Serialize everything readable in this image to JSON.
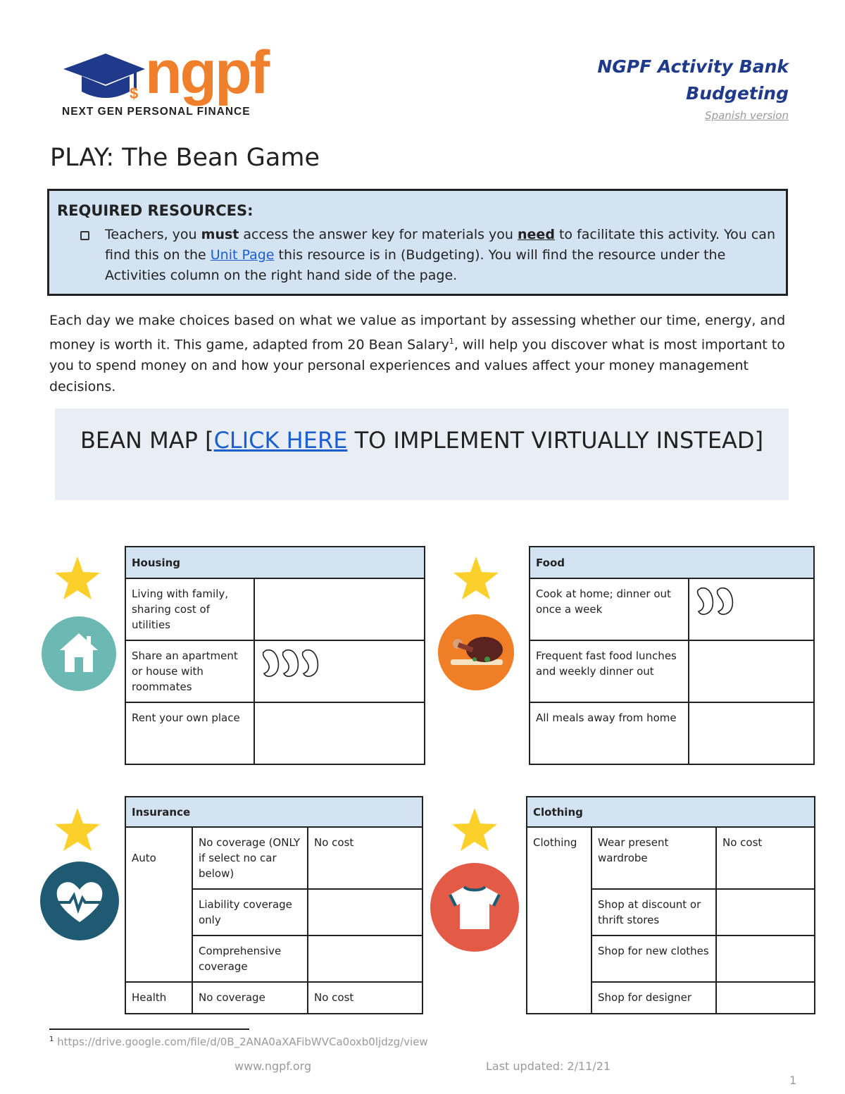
{
  "logo": {
    "wordmark": "ngpf",
    "tagline": "NEXT GEN PERSONAL FINANCE"
  },
  "header": {
    "line1": "NGPF Activity Bank",
    "line2": "Budgeting",
    "spanish_link": "Spanish version"
  },
  "title": "PLAY: The Bean Game",
  "resources": {
    "heading": "REQUIRED RESOURCES:",
    "t1": "Teachers, you ",
    "b1": "must",
    "t2": " access the answer key for materials you ",
    "b2": "need",
    "t3": " to facilitate this activity. You can find this on the ",
    "link": "Unit Page",
    "t4": " this resource is in (Budgeting). You will find the resource under the Activities column on the right hand side of the page."
  },
  "intro": {
    "before_sup": "Each day we make choices based on what we value as important by assessing whether our time, energy, and money is worth it. This game, adapted from 20 Bean Salary",
    "sup": "1",
    "after_sup": ", will help you discover what is most important to you to spend money on and how your personal experiences and values affect your money management decisions."
  },
  "bean_map": {
    "prefix": "BEAN MAP [",
    "link": "CLICK HERE",
    "suffix": " TO IMPLEMENT VIRTUALLY INSTEAD]"
  },
  "housing": {
    "header": "Housing",
    "rows": [
      {
        "option": "Living with family, sharing cost of utilities",
        "beans": 0
      },
      {
        "option": "Share an apartment or house with roommates",
        "beans": 3
      },
      {
        "option": "Rent your own place",
        "beans": 0
      }
    ]
  },
  "food": {
    "header": "Food",
    "rows": [
      {
        "option": "Cook at home; dinner out once a week",
        "beans": 2
      },
      {
        "option": "Frequent fast food lunches and weekly dinner out",
        "beans": 0
      },
      {
        "option": "All meals away from home",
        "beans": 0
      }
    ]
  },
  "insurance": {
    "header": "Insurance",
    "auto_label": "Auto",
    "health_label": "Health",
    "rows": [
      {
        "option": "No coverage (ONLY if select no car below)",
        "cost": "No cost"
      },
      {
        "option": "Liability coverage only",
        "cost": ""
      },
      {
        "option": "Comprehensive coverage",
        "cost": ""
      },
      {
        "option": "No coverage",
        "cost": "No cost"
      }
    ]
  },
  "clothing": {
    "header": "Clothing",
    "label": "Clothing",
    "rows": [
      {
        "option": "Wear present wardrobe",
        "cost": "No cost"
      },
      {
        "option": "Shop at discount or thrift stores",
        "cost": ""
      },
      {
        "option": "Shop for new clothes",
        "cost": ""
      },
      {
        "option": "Shop for designer",
        "cost": ""
      }
    ]
  },
  "icons": [
    "star-icon",
    "house-icon",
    "turkey-icon",
    "heart-pulse-icon",
    "shirt-icon",
    "graduation-cap-icon",
    "bean-icon"
  ],
  "colors": {
    "header_blue": "#1f3a8a",
    "logo_orange": "#f07f2b",
    "table_header": "#d4e3f2",
    "house_teal": "#6bb9b2",
    "food_orange": "#ef7e27",
    "heart_navy": "#1e5b73",
    "shirt_red": "#e35a46",
    "star_yellow": "#fbd02a"
  },
  "footnote": {
    "num": "1",
    "url": "https://drive.google.com/file/d/0B_2ANA0aXAFibWVCa0oxb0ljdzg/view"
  },
  "footer": {
    "site": "www.ngpf.org",
    "updated": "Last updated: 2/11/21",
    "page": "1"
  }
}
